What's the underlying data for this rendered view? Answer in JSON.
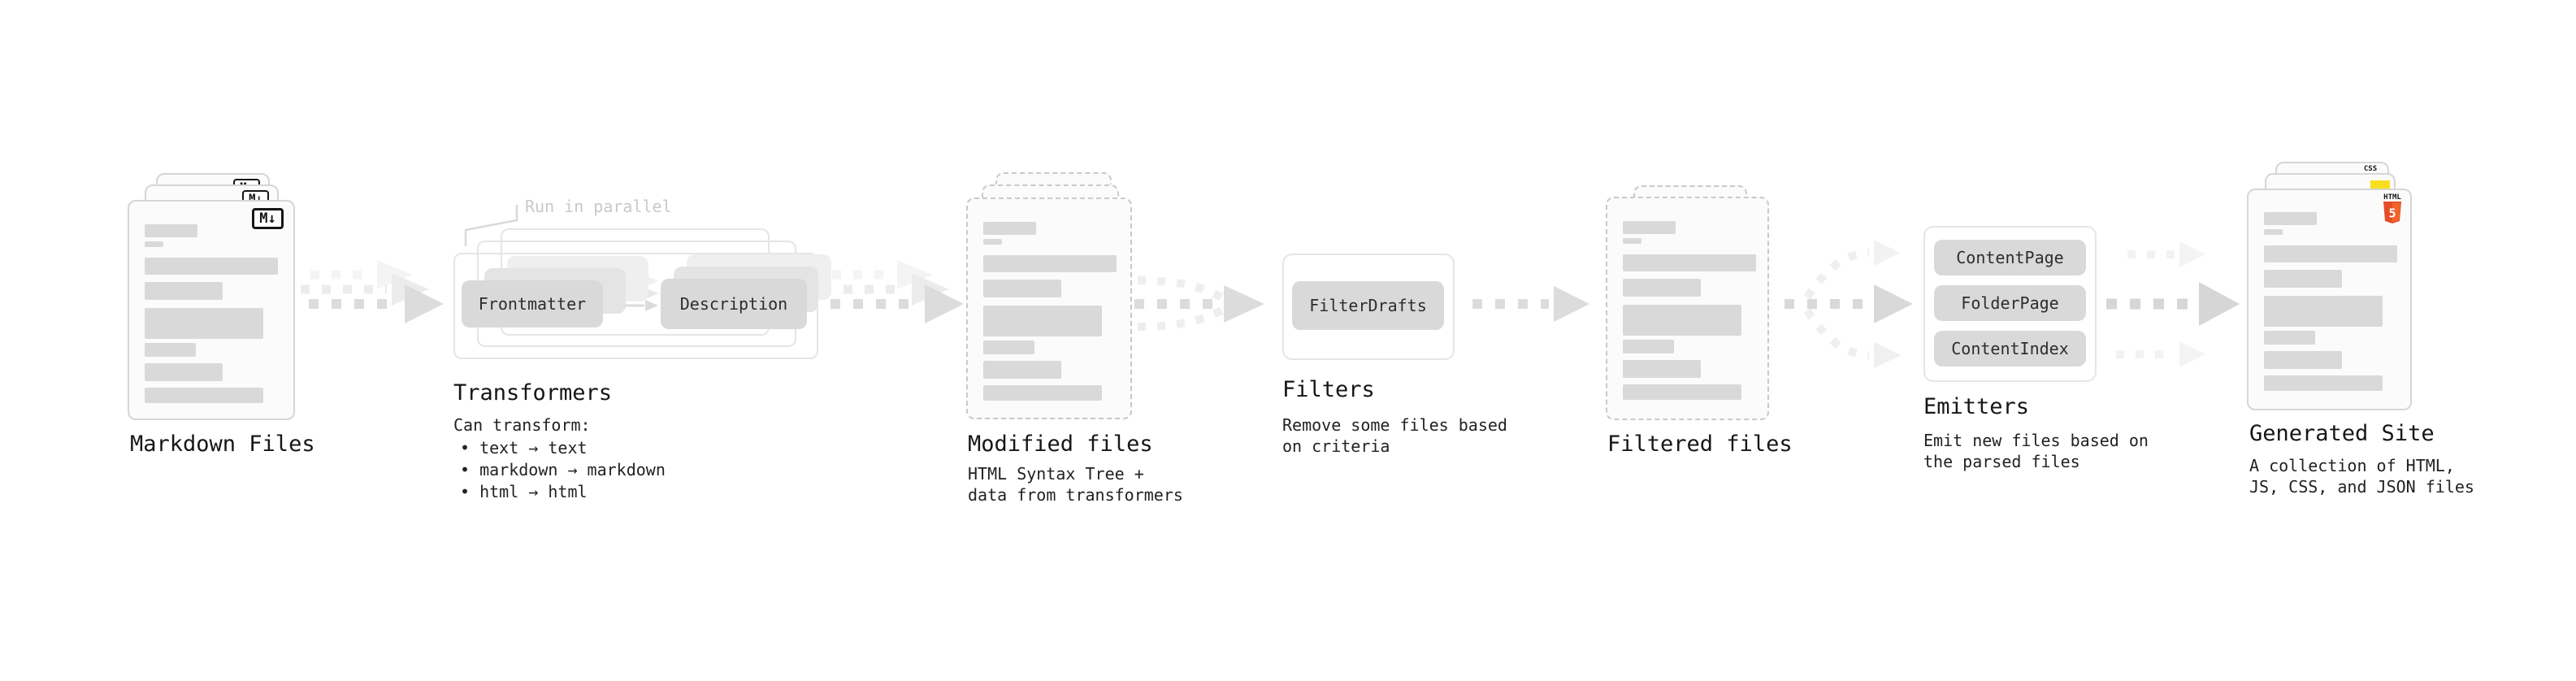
{
  "stages": {
    "markdown_files": {
      "label": "Markdown Files",
      "icon_text": "M↓"
    },
    "transformers": {
      "annotation": "Run in parallel",
      "box_a": "Frontmatter",
      "box_b": "Description",
      "label": "Transformers",
      "desc_title": "Can transform:",
      "bullets": [
        "• text → text",
        "• markdown → markdown",
        "• html → html"
      ]
    },
    "modified_files": {
      "label": "Modified files",
      "desc_line1": "HTML Syntax Tree +",
      "desc_line2": "data from transformers"
    },
    "filters": {
      "button": "FilterDrafts",
      "label": "Filters",
      "desc_line1": "Remove some files based",
      "desc_line2": "on criteria"
    },
    "filtered_files": {
      "label": "Filtered files"
    },
    "emitters": {
      "buttons": [
        "ContentPage",
        "FolderPage",
        "ContentIndex"
      ],
      "label": "Emitters",
      "desc_line1": "Emit new files based on",
      "desc_line2": "the parsed files"
    },
    "generated_site": {
      "label": "Generated Site",
      "desc_line1": "A collection of HTML,",
      "desc_line2": "JS, CSS, and JSON files",
      "badge_html": "HTML",
      "badge_html_number": "5",
      "badge_css": "CSS"
    }
  },
  "colors": {
    "html5_orange": "#e44d26",
    "js_yellow": "#f7df1e",
    "css_blue": "#2965f1"
  }
}
